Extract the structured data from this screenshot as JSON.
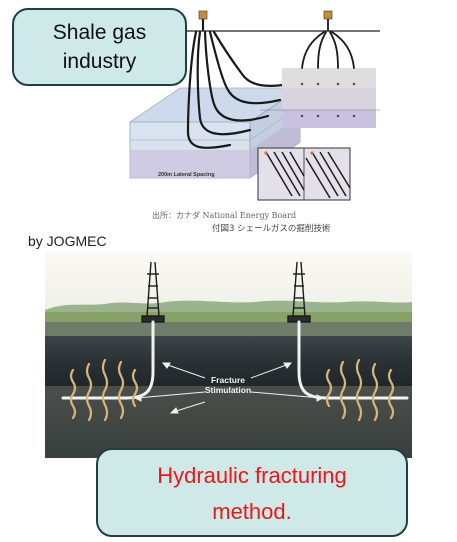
{
  "top": {
    "callout_line1": "Shale gas",
    "callout_line2": "industry",
    "spacing_label": "200m Lateral Spacing",
    "source_note": "出所：カナダ National Energy Board",
    "figure_caption": "付図3 シェールガスの掘削技術"
  },
  "credit": "by JOGMEC",
  "bottom": {
    "fracture_label_line1": "Fracture",
    "fracture_label_line2": "Stimulation",
    "callout_line1": "Hydraulic fracturing",
    "callout_line2": "method."
  },
  "colors": {
    "callout_fill": "#cfe9e8",
    "callout_border": "#1d3f45",
    "callout_text_accent": "#e8191b",
    "sky": "#f4f3ea",
    "ground": "#2c3336",
    "wellbore": "#f2f2f2",
    "fracture": "#d8b47a"
  }
}
